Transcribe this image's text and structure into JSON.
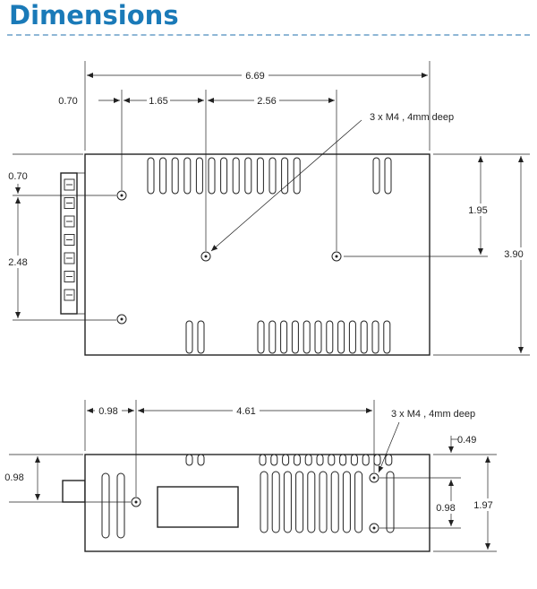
{
  "header": {
    "title": "Dimensions"
  },
  "top_view": {
    "dim_overall_width": "6.69",
    "dim_hole_left_offset": "0.70",
    "dim_hole_spacing_1": "1.65",
    "dim_hole_spacing_2": "2.56",
    "dim_top_hole_offset": "0.70",
    "dim_terminal_height": "2.48",
    "dim_mid_hole_offset": "1.95",
    "dim_overall_height": "3.90",
    "callout_holes": "3 x M4 , 4mm deep"
  },
  "side_view": {
    "dim_hole_left_offset": "0.98",
    "dim_hole_spacing": "4.61",
    "dim_left_height": "0.98",
    "dim_top_offset": "0.49",
    "dim_hole_vertical_spacing": "0.98",
    "dim_overall_height": "1.97",
    "callout_holes": "3 x M4 , 4mm deep"
  },
  "colors": {
    "title": "#1a7ab8",
    "lines": "#222222"
  }
}
